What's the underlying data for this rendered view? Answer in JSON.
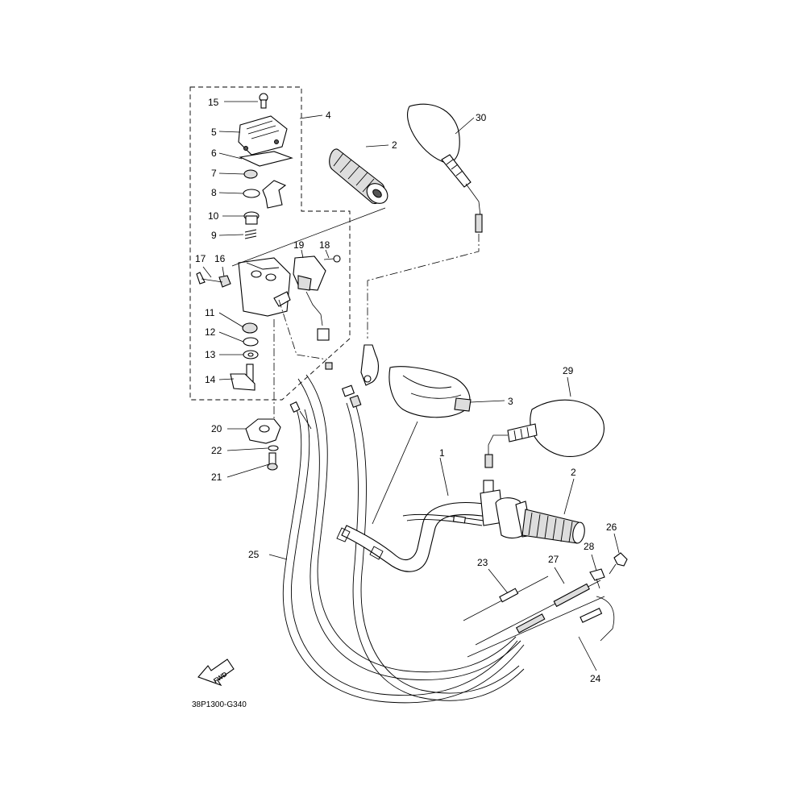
{
  "diagram": {
    "drawing_code": "38P1300-G340",
    "direction_label": "FWD",
    "callouts": {
      "c1": "1",
      "c2a": "2",
      "c2b": "2",
      "c3": "3",
      "c4": "4",
      "c5": "5",
      "c6": "6",
      "c7": "7",
      "c8": "8",
      "c9": "9",
      "c10": "10",
      "c11": "11",
      "c12": "12",
      "c13": "13",
      "c14": "14",
      "c15": "15",
      "c16": "16",
      "c17": "17",
      "c18": "18",
      "c19": "19",
      "c20": "20",
      "c21": "21",
      "c22": "22",
      "c23": "23",
      "c24": "24",
      "c25": "25",
      "c26": "26",
      "c27": "27",
      "c28": "28",
      "c29": "29",
      "c30": "30"
    }
  }
}
